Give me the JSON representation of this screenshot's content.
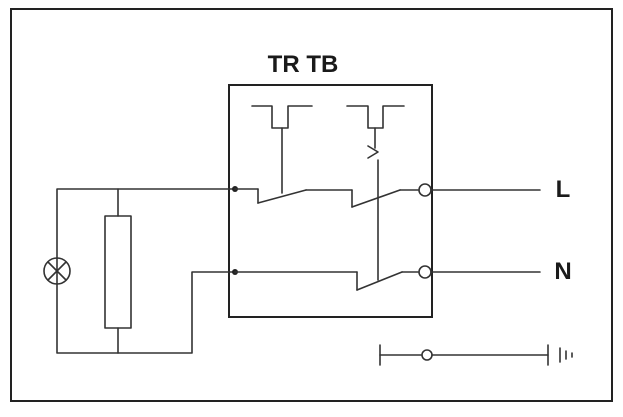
{
  "diagram": {
    "module_title": "TR TB",
    "terminal_live_label": "L",
    "terminal_neutral_label": "N",
    "ground_symbol_name": "earth-ground-icon",
    "lamp_symbol_name": "lamp-icon",
    "colors": {
      "line": "#333333",
      "background": "#ffffff"
    }
  }
}
